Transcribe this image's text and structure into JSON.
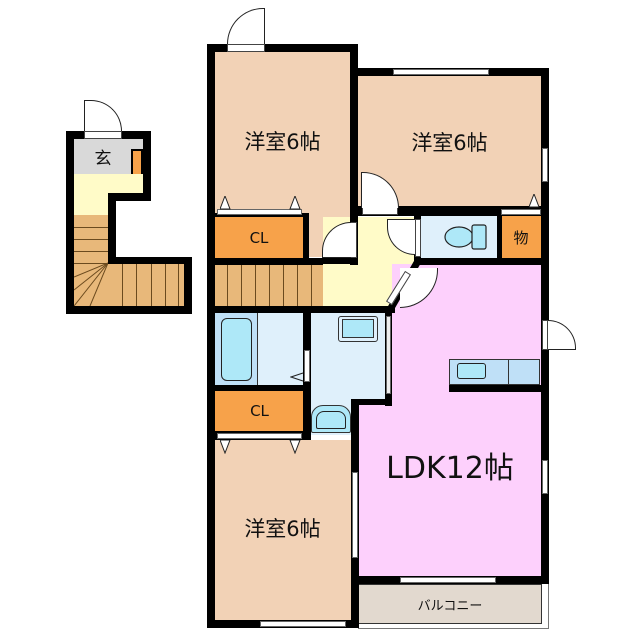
{
  "floor_plan": {
    "colors": {
      "western_room": "#f2d2b6",
      "closet": "#f7a24a",
      "hallway": "#fffbc8",
      "wet_area": "#dff0fb",
      "fixture": "#aee8f8",
      "ldk": "#fdd0fc",
      "balcony": "#e2d9cf",
      "entrance": "#d9d9d9",
      "stairs": "#e8b87a",
      "wall": "#000000"
    },
    "entrance_floor": {
      "entrance_label": "玄"
    },
    "rooms": {
      "bedroom_top_left": {
        "label": "洋室6帖"
      },
      "bedroom_top_right": {
        "label": "洋室6帖"
      },
      "bedroom_bottom": {
        "label": "洋室6帖"
      },
      "closet_upper": {
        "label": "CL"
      },
      "closet_lower": {
        "label": "CL"
      },
      "storage": {
        "label": "物"
      },
      "ldk": {
        "label": "LDK12帖"
      },
      "balcony": {
        "label": "バルコニー"
      }
    }
  }
}
